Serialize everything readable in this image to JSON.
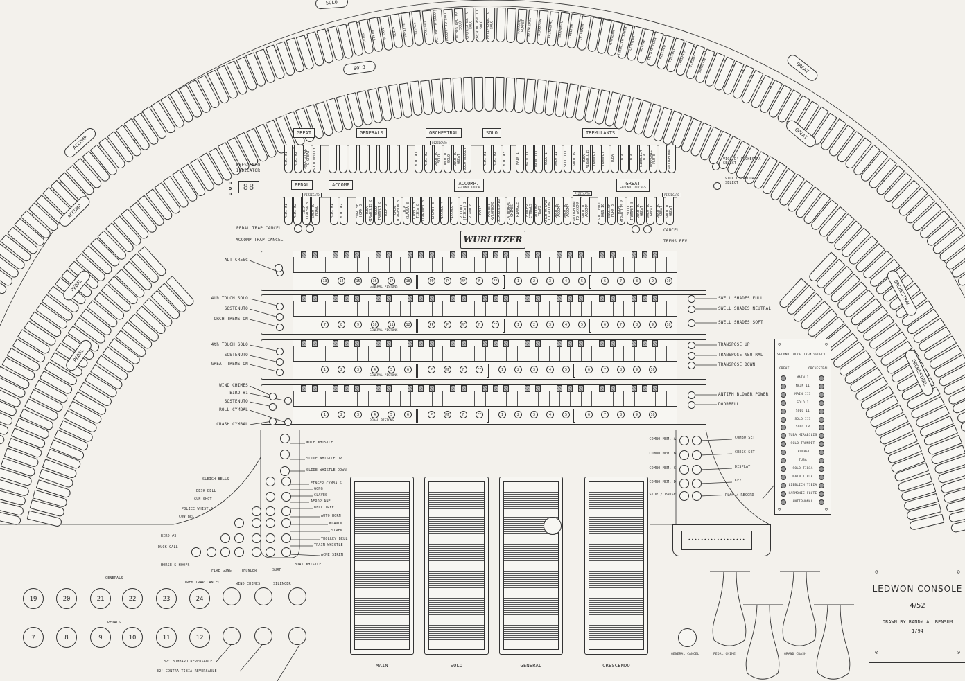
{
  "title_block": {
    "title": "LEDWON CONSOLE",
    "model": "4/52",
    "drawn_by": "DRAWN BY RANDY A. BENSUM",
    "date": "1/94"
  },
  "arc_plates": [
    {
      "key": "solo-outer",
      "label": "SOLO"
    },
    {
      "key": "solo-inner",
      "label": "SOLO"
    },
    {
      "key": "accomp-outer",
      "label": "ACCOMP"
    },
    {
      "key": "accomp-inner",
      "label": "ACCOMP"
    },
    {
      "key": "pedal-outer",
      "label": "PEDAL"
    },
    {
      "key": "pedal-inner",
      "label": "PEDAL"
    },
    {
      "key": "great-outer",
      "label": "GREAT"
    },
    {
      "key": "great-inner",
      "label": "GREAT"
    },
    {
      "key": "orchestral-outer",
      "label": "ORCHESTRAL"
    },
    {
      "key": "orchestral-inner",
      "label": "ORCHESTRAL"
    }
  ],
  "arc_stops": {
    "solo_outer": [
      "THIRD",
      "FIFTH",
      "OCTAVE",
      "TENTH",
      "TWELFTH",
      "TIERCE",
      "LARIGOT",
      "ACCOMP TO SOLO",
      "ACCOMP TO SOLO",
      "ORCHESTRAL TO SOLO",
      "ORCHESTRAL TO SOLO",
      "ORCH OCTAVE TO SOLO",
      "ANTIPHONAL TO SOLO",
      "",
      "",
      "FANFARE TRUMPET",
      "PRINCIPAL",
      "DIAPASON",
      "PRINCIPAL",
      "HARMONIC",
      "TWELFTH",
      "FIFTEENTH",
      "",
      "",
      "DIAPASON",
      "LIEBLICH TIBIA",
      "CLARION",
      "OCTAVE",
      "OCTAVE HORN",
      "PICCOLO",
      "PICCOLO",
      "TWELFTH",
      "STRING",
      "GAMBETTE"
    ]
  },
  "division_headers": {
    "great": "GREAT",
    "generals": "GENERALS",
    "orchestral": "ORCHESTRAL",
    "solo": "SOLO",
    "tremulants": "TREMULANTS",
    "pedal": "PEDAL",
    "accomp": "ACCOMP",
    "accomp_second": "ACCOMP.",
    "accomp_second_sub": "SECOND TOUCH",
    "great_second": "GREAT",
    "great_second_sub": "SECOND TOUCHES",
    "pizzicato": "PIZZICATO"
  },
  "tab_rows": {
    "great": [
      "MIDI #1",
      "MIDI #2",
      "SOLO STRG. TO GREAT",
      "SOLO MELODY"
    ],
    "generals": [
      "",
      "",
      "",
      "",
      "",
      "",
      "",
      ""
    ],
    "orchestral": [
      "MIDI #1",
      "MIDI #2",
      "ORCH TO SOLO",
      "ORCH TO SOLO",
      "ORCH TO GREAT",
      "SOLO MELODY"
    ],
    "solo": [
      "MIDI #1",
      "MIDI #2",
      "MIDI #3"
    ],
    "tremulants": [
      "MAIN I",
      "MAIN II",
      "MAIN III",
      "SOLO I",
      "SOLO II",
      "SOLO III",
      "SOLO IV",
      "TUBA MIRABILIS",
      "TRUMPET",
      "TRUMPET",
      "TUBA",
      "TIBIA",
      "TIBIA",
      "LIEBLICH TIBIA",
      "HARMONIC FLUTE",
      "",
      "ANTIPHONAL"
    ],
    "pedal": [
      "MIDI #1",
      "MIDI #2",
      "TIBIA CLAUSA 8",
      "SOLO TO PEDAL"
    ],
    "accomp": [
      "MIDI #1",
      "MIDI #2"
    ],
    "accomp_second": [
      "ENGLISH HORN 8",
      "TUBA MIRABILIS 8",
      "SOLO TRUMPET 8",
      "TUBA 8",
      "OPEN DIAPASON 8",
      "TIBIA CLAUSA 8",
      "LIEBLICH TIBIA 8",
      "CLARINET 8",
      "KRUMET 8",
      "PICCOLO 4",
      "PICCOLO 4",
      "PICCOLO (TIBIA) 2",
      "PIANO 8",
      "HARP",
      "MASTER XYLOPHONE",
      "GLOCKENSPIEL",
      "CATHEDRAL CHIMES",
      "TRIANGLE",
      "FINGER CYMBALS",
      "ACCOMP TRAPS",
      "ORCH OCTAVE TO ACCOMP",
      "ORCH TO ACCOMP",
      "SOLO TO ACCOMP",
      "ANTIPHONAL TO ACCOMP",
      "SOLO TO ACCOMP"
    ],
    "great_second": [
      "SOL. ENGL HORN 16",
      "ENGLISH HORN 8",
      "TUBA MIRABILIS 8",
      "SOLO TRUMPET 8",
      "ORCH TO GREAT",
      "SOLO TO GREAT",
      "ORCH TO GREAT",
      "SOLO TO GREAT"
    ]
  },
  "crescendo_indicator": {
    "label": "CRESCENDO INDICATOR",
    "value": "88"
  },
  "logo": "WURLITZER",
  "trap_cancels": {
    "pedal": "PEDAL TRAP CANCEL",
    "accomp": "ACCOMP TRAP CANCEL",
    "cancel": "CANCEL",
    "trems_rev": "TREMS REV"
  },
  "viol": {
    "orchestra": "VIOL D' ORCHESTRA SELECT",
    "amour": "VIOL D' AMOUR SELECT"
  },
  "manuals": [
    {
      "name": "solo",
      "caption": "GENERAL PISTONS",
      "left_controls": [
        "ALT CRESC"
      ],
      "right_controls": [],
      "pistons": [
        [
          "13",
          "14",
          "15",
          "16",
          "17",
          "18"
        ],
        [
          "PP",
          "P",
          "MF",
          "F",
          "FF"
        ],
        [
          "1",
          "2",
          "3",
          "4",
          "5"
        ],
        [
          "6",
          "7",
          "8",
          "9",
          "10"
        ]
      ]
    },
    {
      "name": "great",
      "caption": "GENERAL PISTONS",
      "left_controls": [
        "4th TOUCH SOLO",
        "SOSTENUTO",
        "ORCH TREMS ON"
      ],
      "right_controls": [
        "SWELL SHADES FULL",
        "SWELL SHADES NEUTRAL",
        "SWELL SHADES SOFT"
      ],
      "pistons": [
        [
          "7",
          "8",
          "9",
          "10",
          "11",
          "12"
        ],
        [
          "PP",
          "P",
          "MF",
          "F",
          "FF"
        ],
        [
          "1",
          "2",
          "3",
          "4",
          "5"
        ],
        [
          "6",
          "7",
          "8",
          "9",
          "10"
        ]
      ]
    },
    {
      "name": "orchestral",
      "caption": "GENERAL PISTONS",
      "left_controls": [
        "4th TOUCH SOLO",
        "SOSTENUTO",
        "GREAT TREMS ON"
      ],
      "right_controls": [
        "TRANSPOSE UP",
        "TRANSPOSE NEUTRAL",
        "TRANSPOSE DOWN"
      ],
      "pistons": [
        [
          "1",
          "2",
          "3",
          "4",
          "5",
          "6"
        ],
        [
          "P",
          "MF",
          "F",
          "FF"
        ],
        [
          "1",
          "2",
          "3",
          "4",
          "5"
        ],
        [
          "6",
          "7",
          "8",
          "9",
          "10"
        ]
      ]
    },
    {
      "name": "accomp",
      "caption": "PEDAL PISTONS",
      "left_controls": [
        "WIND CHIMES",
        "BIRD #1",
        "SOSTENUTO",
        "ROLL CYMBAL",
        "CRASH CYMBAL"
      ],
      "right_controls": [
        "ANTIPH BLOWER POWER",
        "DOORBELL"
      ],
      "pistons": [
        [
          "1",
          "2",
          "3",
          "4",
          "5",
          "6"
        ],
        [
          "P",
          "MF",
          "F",
          "FF"
        ],
        [
          "1",
          "2",
          "3",
          "4",
          "5"
        ],
        [
          "6",
          "7",
          "8",
          "9",
          "10"
        ]
      ]
    }
  ],
  "effects": [
    "WOLF WHISTLE",
    "SLIDE WHISTLE UP",
    "SLIDE WHISTLE DOWN",
    "FINGER CYMBALS",
    "GONG",
    "CLAVES",
    "AEROPLANE",
    "BELL TREE",
    "AUTO HORN",
    "KLAXON",
    "SIREN",
    "TROLLEY BELL",
    "TRAIN WHISTLE",
    "ACME SIREN",
    "BOAT WHISTLE",
    "SURF",
    "THUNDER",
    "FIRE GONG",
    "HORSE'S HOOFS",
    "DUCK CALL",
    "BIRD #3",
    "COW BELL",
    "POLICE WHISTLE",
    "GUN SHOT",
    "DESK BELL",
    "SLEIGH BELLS"
  ],
  "toe_studs": {
    "generals_label": "GENERALS",
    "generals": [
      "19",
      "20",
      "21",
      "22",
      "23",
      "24"
    ],
    "pedals_label": "PEDALS",
    "pedals": [
      "7",
      "8",
      "9",
      "10",
      "11",
      "12"
    ],
    "top_extra": [
      "TREM TRAP CANCEL",
      "WIND CHIMES",
      "SILENCER"
    ],
    "bottom_extra": [
      "32' BOMBARD REVERSABLE",
      "32' CONTRA TIBIA REVERSABLE"
    ]
  },
  "shoes": [
    "MAIN",
    "SOLO",
    "GENERAL",
    "CRESCENDO"
  ],
  "combo": {
    "left": [
      "COMBO MEM. A",
      "COMBO MEM. B",
      "COMBO MEM. C",
      "COMBO MEM. D",
      "STOP / PAUSE"
    ],
    "right": [
      "COMBO SET",
      "CRESC SET",
      "DISPLAY",
      "KEY",
      "PLAY / RECORD"
    ]
  },
  "second_touch_panel": {
    "title": "SECOND TOUCH TREM SELECT",
    "left_header": "GREAT",
    "right_header": "ORCHESTRAL",
    "rows": [
      "MAIN I",
      "MAIN II",
      "MAIN III",
      "SOLO I",
      "SOLO II",
      "SOLO III",
      "SOLO IV",
      "TUBA MIRABILIS",
      "SOLO TRUMPET",
      "TRUMPET",
      "TUBA",
      "SOLO TIBIA",
      "MAIN TIBIA",
      "LIEBLICH TIBIA",
      "HARMONIC FLUTE",
      "ANTIPHONAL"
    ]
  },
  "toe_pistons": {
    "general_cancel": "GENERAL CANCEL",
    "pedal_chime": "PEDAL CHIME",
    "grand_crash": "GRAND CRASH"
  }
}
